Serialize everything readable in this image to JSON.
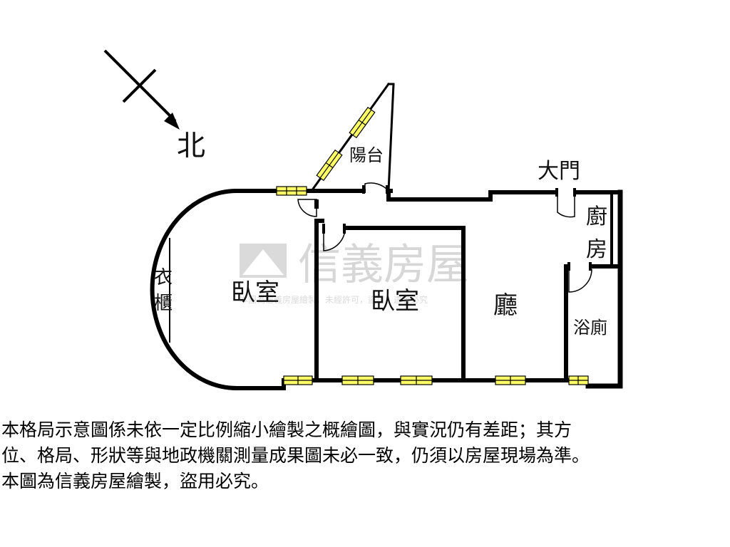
{
  "compass": {
    "label": "北"
  },
  "rooms": {
    "balcony": "陽台",
    "main_door": "大門",
    "kitchen_line1": "廚",
    "kitchen_line2": "房",
    "wardrobe_line1": "衣",
    "wardrobe_line2": "櫃",
    "bedroom_left": "臥室",
    "bedroom_center": "臥室",
    "living_room": "廳",
    "bathroom": "浴廁"
  },
  "watermark": {
    "brand": "信義房屋",
    "small_text": "本圖為信義房屋繪製，未經許可，盜用，違者必究",
    "logo_color": "#c9c9c9"
  },
  "disclaimer": {
    "line1": "本格局示意圖係未依一定比例縮小繪製之概繪圖，與實況仍有差距；其方",
    "line2": "位、格局、形狀等與地政機關測量成果圖未必一致，仍須以房屋現場為準。",
    "line3": "本圖為信義房屋繪製，盜用必究。"
  },
  "colors": {
    "wall": "#000000",
    "window_fill": "#ffff66",
    "watermark": "#c8c8c8"
  }
}
